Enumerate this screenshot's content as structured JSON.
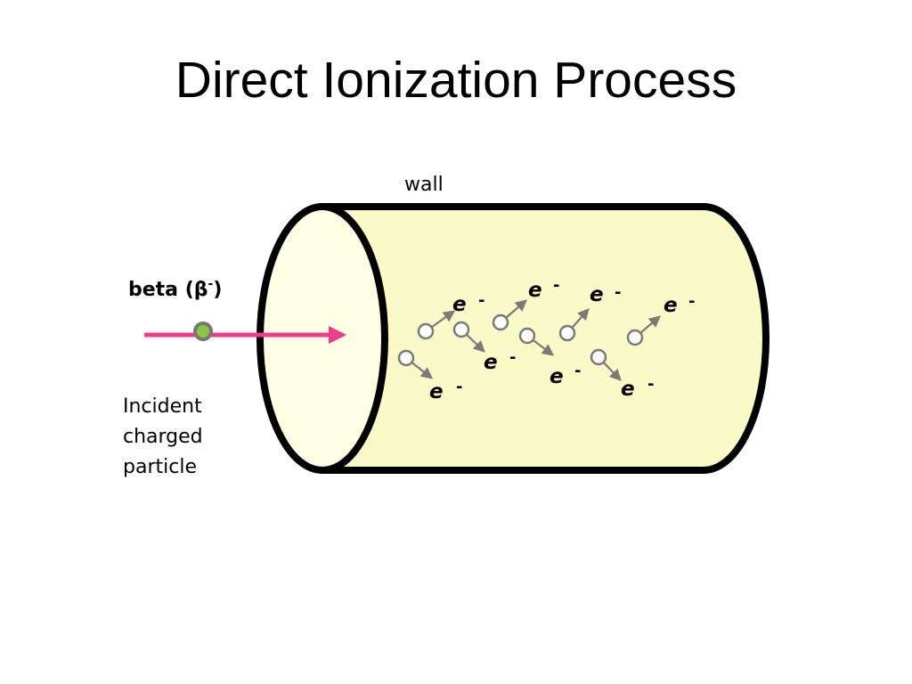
{
  "title": "Direct Ionization Process",
  "labels": {
    "wall": "wall",
    "beta_prefix": "beta (β",
    "beta_sup": "-",
    "beta_suffix": ")",
    "incident_lines": [
      "Incident",
      "charged",
      "particle"
    ]
  },
  "electron_label": {
    "symbol": "e",
    "charge": "-"
  },
  "colors": {
    "cylinder_fill": "#fafac8",
    "cylinder_end_fill": "#fefee4",
    "outline": "#000000",
    "beam": "#ee3c8a",
    "particle": "#8cc63f",
    "particle_ring": "#777777",
    "electron_stroke": "#7a7a7a",
    "arrow": "#7a7a7a"
  }
}
